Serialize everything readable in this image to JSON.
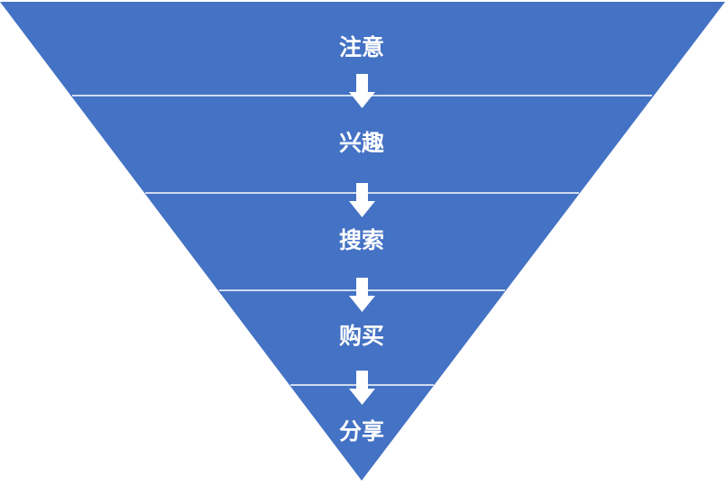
{
  "funnel": {
    "colors": {
      "fill": "#4472C4",
      "divider": "#ffffff",
      "arrow": "#ffffff",
      "text": "#ffffff"
    },
    "stages": [
      {
        "label": "注意"
      },
      {
        "label": "兴趣"
      },
      {
        "label": "搜索"
      },
      {
        "label": "购买"
      },
      {
        "label": "分享"
      }
    ],
    "arrows": [
      {
        "icon": "arrow-down-icon"
      },
      {
        "icon": "arrow-down-icon"
      },
      {
        "icon": "arrow-down-icon"
      },
      {
        "icon": "arrow-down-icon"
      }
    ]
  }
}
